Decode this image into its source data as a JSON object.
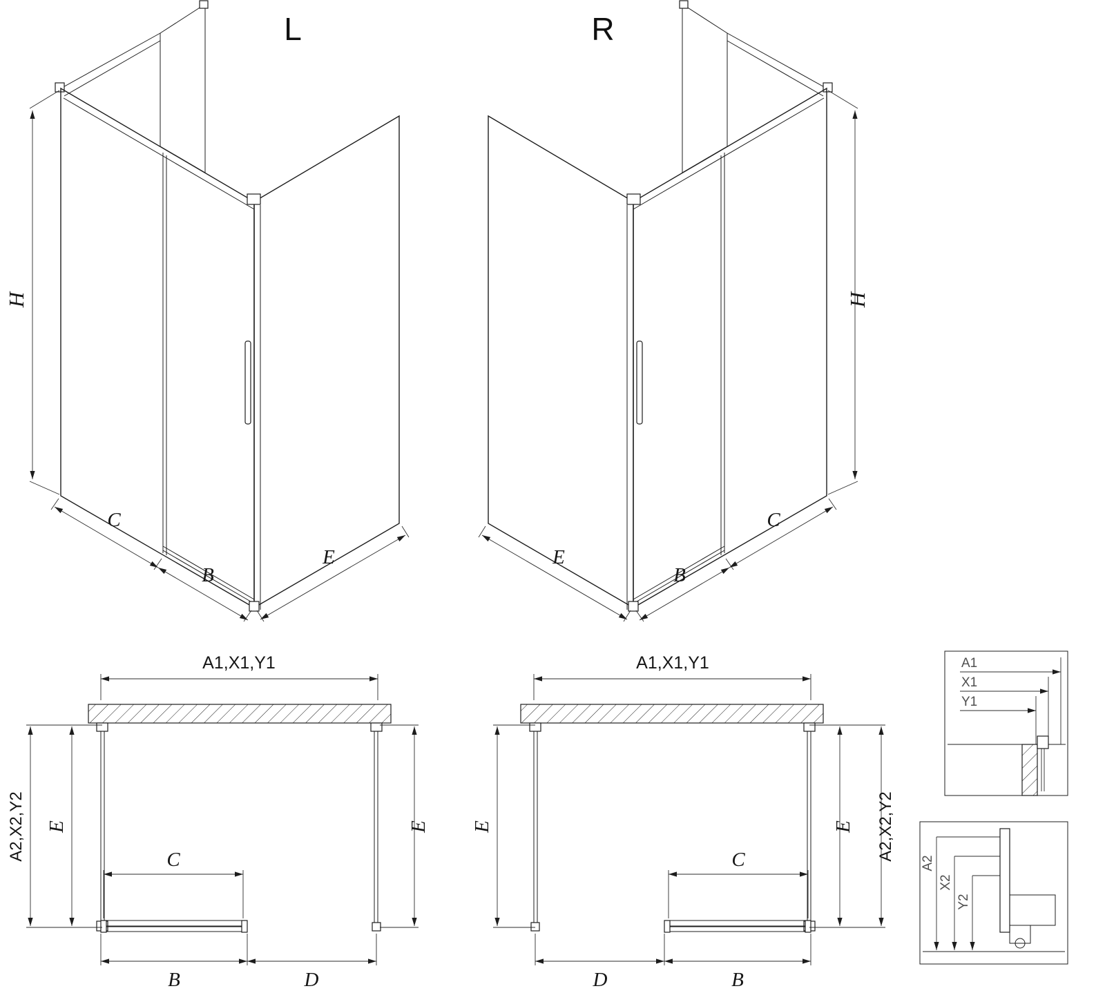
{
  "iso_left": {
    "title": "L",
    "h": "H",
    "c": "C",
    "b": "B",
    "e": "E"
  },
  "iso_right": {
    "title": "R",
    "h": "H",
    "c": "C",
    "b": "B",
    "e": "E"
  },
  "plan_left": {
    "top": "A1,X1,Y1",
    "outer": "A2,X2,Y2",
    "e_left": "E",
    "e_right": "E",
    "c": "C",
    "b": "B",
    "d": "D"
  },
  "plan_right": {
    "top": "A1,X1,Y1",
    "outer": "A2,X2,Y2",
    "e_left": "E",
    "e_right": "E",
    "c": "C",
    "b": "B",
    "d": "D"
  },
  "detail_top": {
    "a1": "A1",
    "x1": "X1",
    "y1": "Y1"
  },
  "detail_bottom": {
    "a2": "A2",
    "x2": "X2",
    "y2": "Y2"
  },
  "colors": {
    "line": "#1d1d1d",
    "background": "#ffffff",
    "detail_text": "#4f4f4f"
  }
}
